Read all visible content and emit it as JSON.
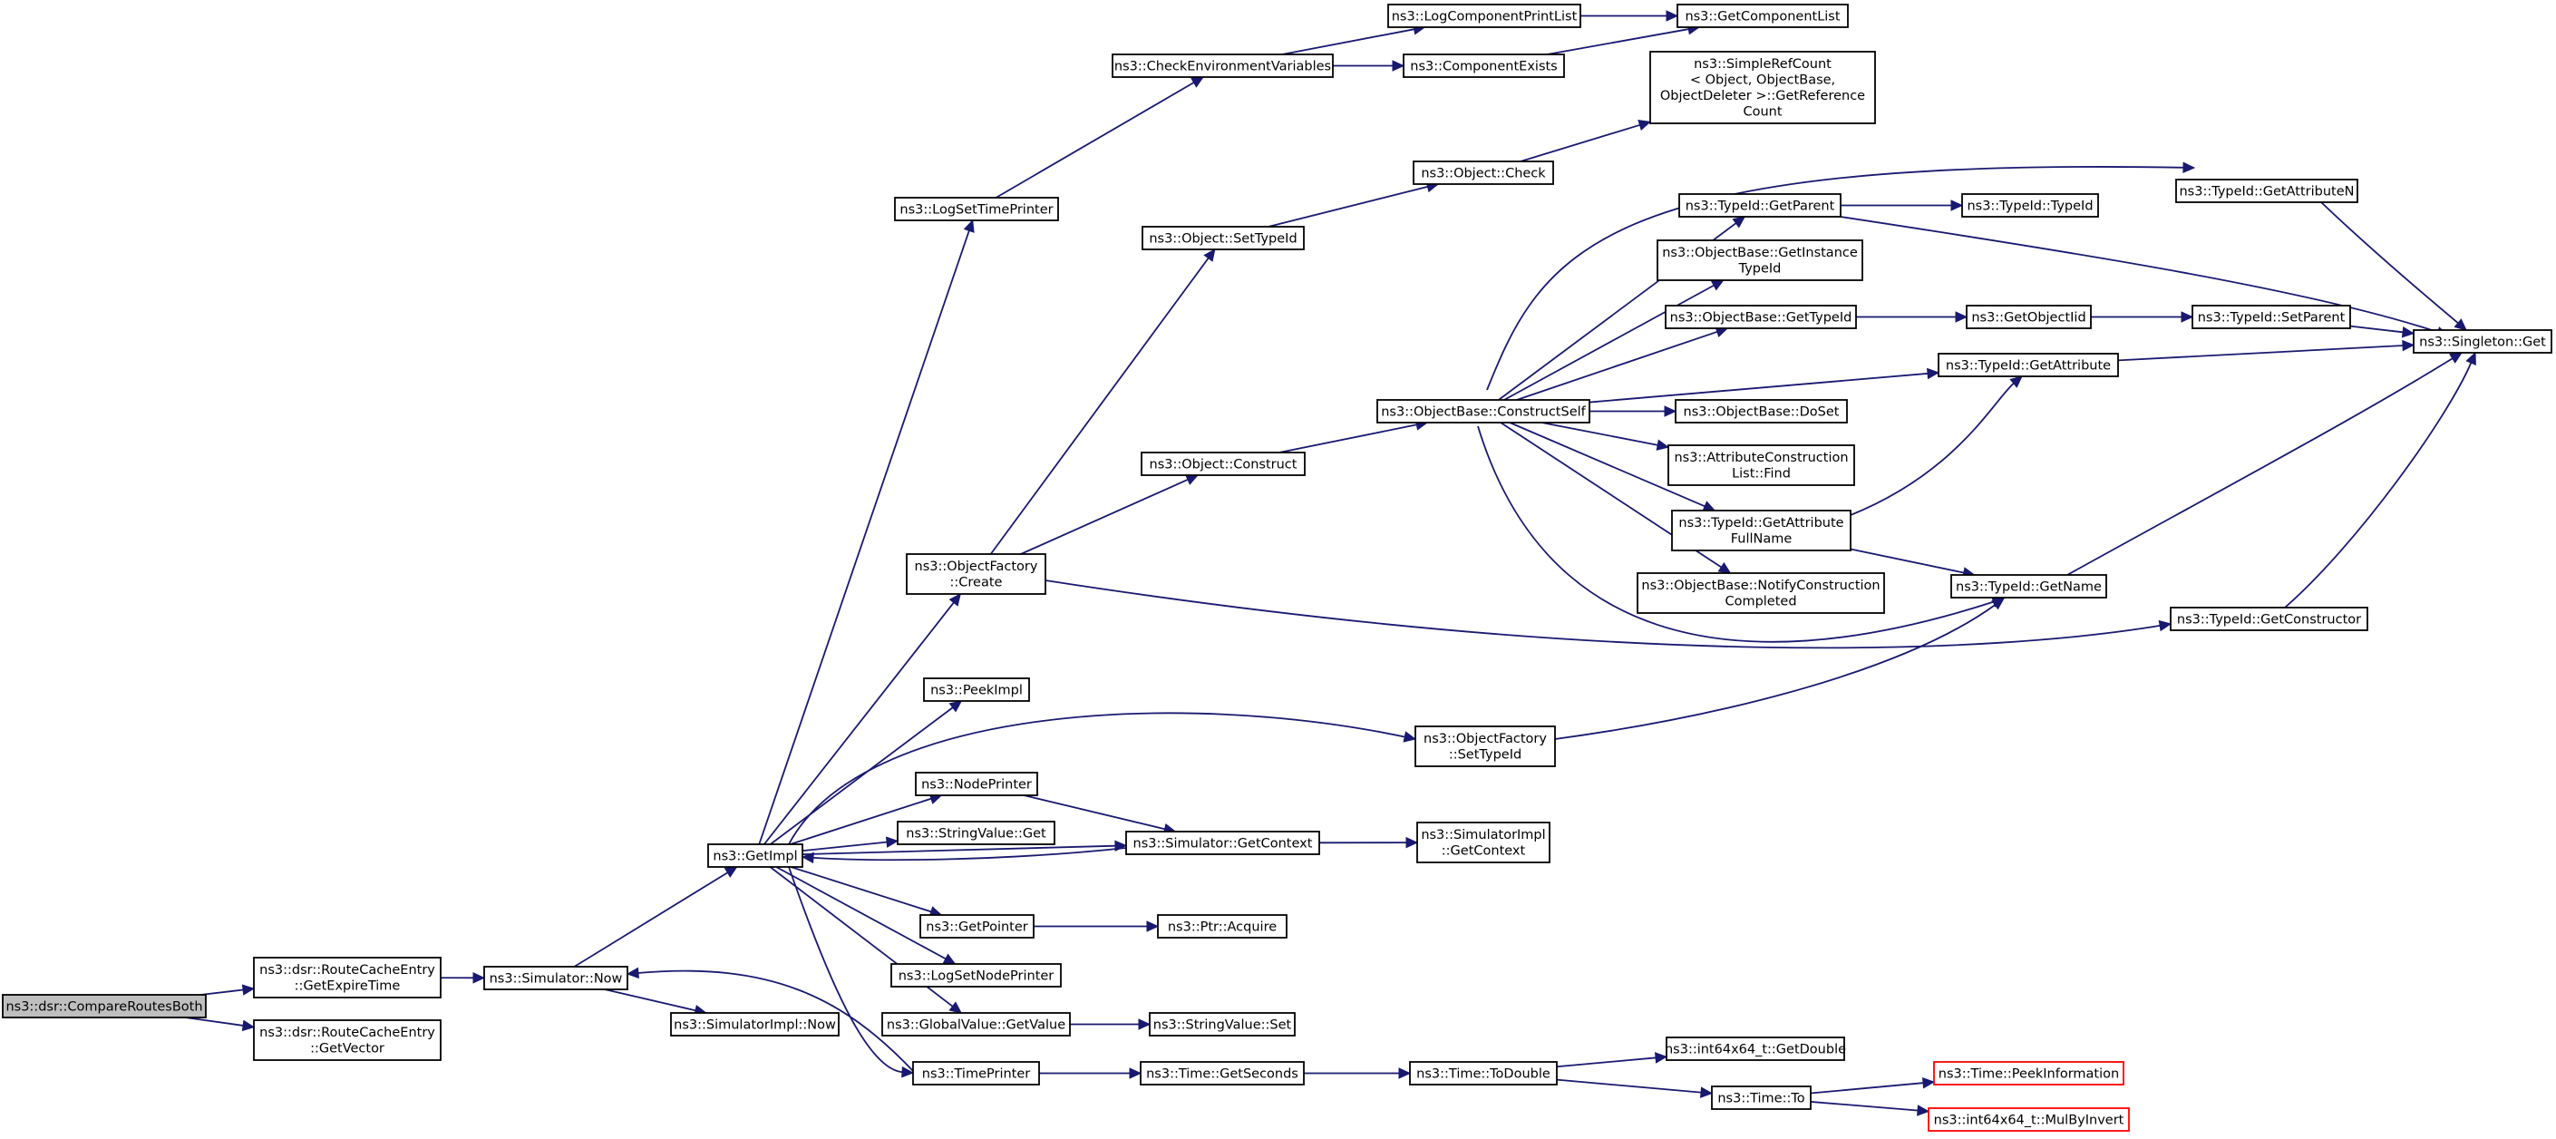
{
  "diagram": {
    "nodes": [
      {
        "id": "n0",
        "label": [
          "ns3::dsr::CompareRoutesBoth"
        ],
        "root": true
      },
      {
        "id": "n1",
        "label": [
          "ns3::dsr::RouteCacheEntry",
          "::GetExpireTime"
        ]
      },
      {
        "id": "n2",
        "label": [
          "ns3::dsr::RouteCacheEntry",
          "::GetVector"
        ]
      },
      {
        "id": "n3",
        "label": [
          "ns3::Simulator::Now"
        ]
      },
      {
        "id": "n4",
        "label": [
          "ns3::GetImpl"
        ]
      },
      {
        "id": "n5",
        "label": [
          "ns3::SimulatorImpl::Now"
        ]
      },
      {
        "id": "n6",
        "label": [
          "ns3::LogSetTimePrinter"
        ]
      },
      {
        "id": "n7",
        "label": [
          "ns3::ObjectFactory",
          "::Create"
        ]
      },
      {
        "id": "n8",
        "label": [
          "ns3::PeekImpl"
        ]
      },
      {
        "id": "n9",
        "label": [
          "ns3::NodePrinter"
        ]
      },
      {
        "id": "n10",
        "label": [
          "ns3::StringValue::Get"
        ]
      },
      {
        "id": "n11",
        "label": [
          "ns3::GetPointer"
        ]
      },
      {
        "id": "n12",
        "label": [
          "ns3::LogSetNodePrinter"
        ]
      },
      {
        "id": "n13",
        "label": [
          "ns3::GlobalValue::GetValue"
        ]
      },
      {
        "id": "n14",
        "label": [
          "ns3::TimePrinter"
        ]
      },
      {
        "id": "n15",
        "label": [
          "ns3::CheckEnvironmentVariables"
        ]
      },
      {
        "id": "n16",
        "label": [
          "ns3::Object::SetTypeId"
        ]
      },
      {
        "id": "n17",
        "label": [
          "ns3::Object::Construct"
        ]
      },
      {
        "id": "n18",
        "label": [
          "ns3::Simulator::GetContext"
        ]
      },
      {
        "id": "n19",
        "label": [
          "ns3::Ptr::Acquire"
        ]
      },
      {
        "id": "n20",
        "label": [
          "ns3::StringValue::Set"
        ]
      },
      {
        "id": "n21",
        "label": [
          "ns3::Time::GetSeconds"
        ]
      },
      {
        "id": "n22",
        "label": [
          "ns3::LogComponentPrintList"
        ]
      },
      {
        "id": "n23",
        "label": [
          "ns3::ComponentExists"
        ]
      },
      {
        "id": "n24",
        "label": [
          "ns3::Object::Check"
        ]
      },
      {
        "id": "n25",
        "label": [
          "ns3::ObjectBase::ConstructSelf"
        ]
      },
      {
        "id": "n26",
        "label": [
          "ns3::ObjectFactory",
          "::SetTypeId"
        ]
      },
      {
        "id": "n27",
        "label": [
          "ns3::SimulatorImpl",
          "::GetContext"
        ]
      },
      {
        "id": "n28",
        "label": [
          "ns3::Time::ToDouble"
        ]
      },
      {
        "id": "n29",
        "label": [
          "ns3::GetComponentList"
        ]
      },
      {
        "id": "n30",
        "label": [
          "ns3::SimpleRefCount",
          "< Object, ObjectBase,",
          " ObjectDeleter >::GetReference",
          "Count"
        ]
      },
      {
        "id": "n31",
        "label": [
          "ns3::TypeId::GetParent"
        ]
      },
      {
        "id": "n32",
        "label": [
          "ns3::ObjectBase::GetInstance",
          "TypeId"
        ]
      },
      {
        "id": "n33",
        "label": [
          "ns3::ObjectBase::GetTypeId"
        ]
      },
      {
        "id": "n34",
        "label": [
          "ns3::ObjectBase::DoSet"
        ]
      },
      {
        "id": "n35",
        "label": [
          "ns3::AttributeConstruction",
          "List::Find"
        ]
      },
      {
        "id": "n36",
        "label": [
          "ns3::TypeId::GetAttribute",
          "FullName"
        ]
      },
      {
        "id": "n37",
        "label": [
          "ns3::ObjectBase::NotifyConstruction",
          "Completed"
        ]
      },
      {
        "id": "n38",
        "label": [
          "ns3::int64x64_t::GetDouble"
        ]
      },
      {
        "id": "n39",
        "label": [
          "ns3::Time::To"
        ]
      },
      {
        "id": "n40",
        "label": [
          "ns3::TypeId::TypeId"
        ]
      },
      {
        "id": "n41",
        "label": [
          "ns3::GetObjectIid"
        ]
      },
      {
        "id": "n42",
        "label": [
          "ns3::TypeId::GetAttribute"
        ]
      },
      {
        "id": "n43",
        "label": [
          "ns3::TypeId::GetName"
        ]
      },
      {
        "id": "n44",
        "label": [
          "ns3::TypeId::GetAttributeN"
        ]
      },
      {
        "id": "n45",
        "label": [
          "ns3::TypeId::SetParent"
        ]
      },
      {
        "id": "n46",
        "label": [
          "ns3::TypeId::GetConstructor"
        ]
      },
      {
        "id": "n47",
        "label": [
          "ns3::Singleton::Get"
        ]
      },
      {
        "id": "n48",
        "label": [
          "ns3::Time::PeekInformation"
        ],
        "external": true
      },
      {
        "id": "n49",
        "label": [
          "ns3::int64x64_t::MulByInvert"
        ],
        "external": true
      }
    ],
    "edges": [
      [
        "n0",
        "n1"
      ],
      [
        "n0",
        "n2"
      ],
      [
        "n1",
        "n3"
      ],
      [
        "n3",
        "n4"
      ],
      [
        "n3",
        "n5"
      ],
      [
        "n4",
        "n6"
      ],
      [
        "n4",
        "n7"
      ],
      [
        "n4",
        "n8"
      ],
      [
        "n4",
        "n9"
      ],
      [
        "n4",
        "n10"
      ],
      [
        "n4",
        "n11"
      ],
      [
        "n4",
        "n12"
      ],
      [
        "n4",
        "n13"
      ],
      [
        "n4",
        "n14"
      ],
      [
        "n4",
        "n26"
      ],
      [
        "n4",
        "n18"
      ],
      [
        "n6",
        "n15"
      ],
      [
        "n15",
        "n22"
      ],
      [
        "n15",
        "n23"
      ],
      [
        "n22",
        "n29"
      ],
      [
        "n23",
        "n29"
      ],
      [
        "n7",
        "n16"
      ],
      [
        "n7",
        "n17"
      ],
      [
        "n7",
        "n46"
      ],
      [
        "n16",
        "n24"
      ],
      [
        "n24",
        "n30"
      ],
      [
        "n17",
        "n25"
      ],
      [
        "n25",
        "n31"
      ],
      [
        "n25",
        "n32"
      ],
      [
        "n25",
        "n33"
      ],
      [
        "n25",
        "n34"
      ],
      [
        "n25",
        "n35"
      ],
      [
        "n25",
        "n36"
      ],
      [
        "n25",
        "n37"
      ],
      [
        "n25",
        "n42"
      ],
      [
        "n25",
        "n43"
      ],
      [
        "n25",
        "n44"
      ],
      [
        "n31",
        "n40"
      ],
      [
        "n31",
        "n47"
      ],
      [
        "n33",
        "n41"
      ],
      [
        "n41",
        "n45"
      ],
      [
        "n45",
        "n47"
      ],
      [
        "n42",
        "n47"
      ],
      [
        "n36",
        "n42"
      ],
      [
        "n36",
        "n43"
      ],
      [
        "n43",
        "n47"
      ],
      [
        "n44",
        "n47"
      ],
      [
        "n46",
        "n47"
      ],
      [
        "n26",
        "n43"
      ],
      [
        "n9",
        "n18"
      ],
      [
        "n18",
        "n4"
      ],
      [
        "n18",
        "n27"
      ],
      [
        "n11",
        "n19"
      ],
      [
        "n13",
        "n20"
      ],
      [
        "n14",
        "n3"
      ],
      [
        "n14",
        "n21"
      ],
      [
        "n21",
        "n28"
      ],
      [
        "n28",
        "n38"
      ],
      [
        "n28",
        "n39"
      ],
      [
        "n39",
        "n48"
      ],
      [
        "n39",
        "n49"
      ]
    ]
  }
}
